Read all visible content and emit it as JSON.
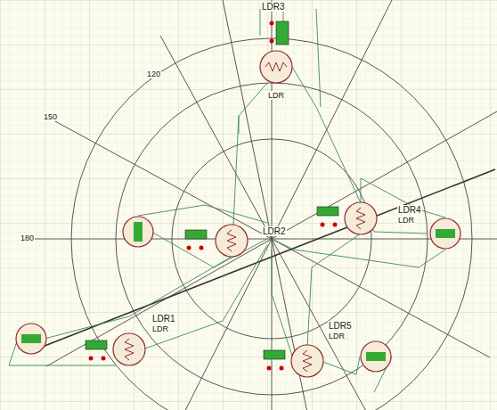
{
  "diagram": {
    "labels": [
      "LDR3",
      "LDR",
      "LDR2",
      "LDR4",
      "LDR",
      "LDR1",
      "LDR",
      "LDR5",
      "LDR",
      "120",
      "150",
      "180"
    ]
  }
}
